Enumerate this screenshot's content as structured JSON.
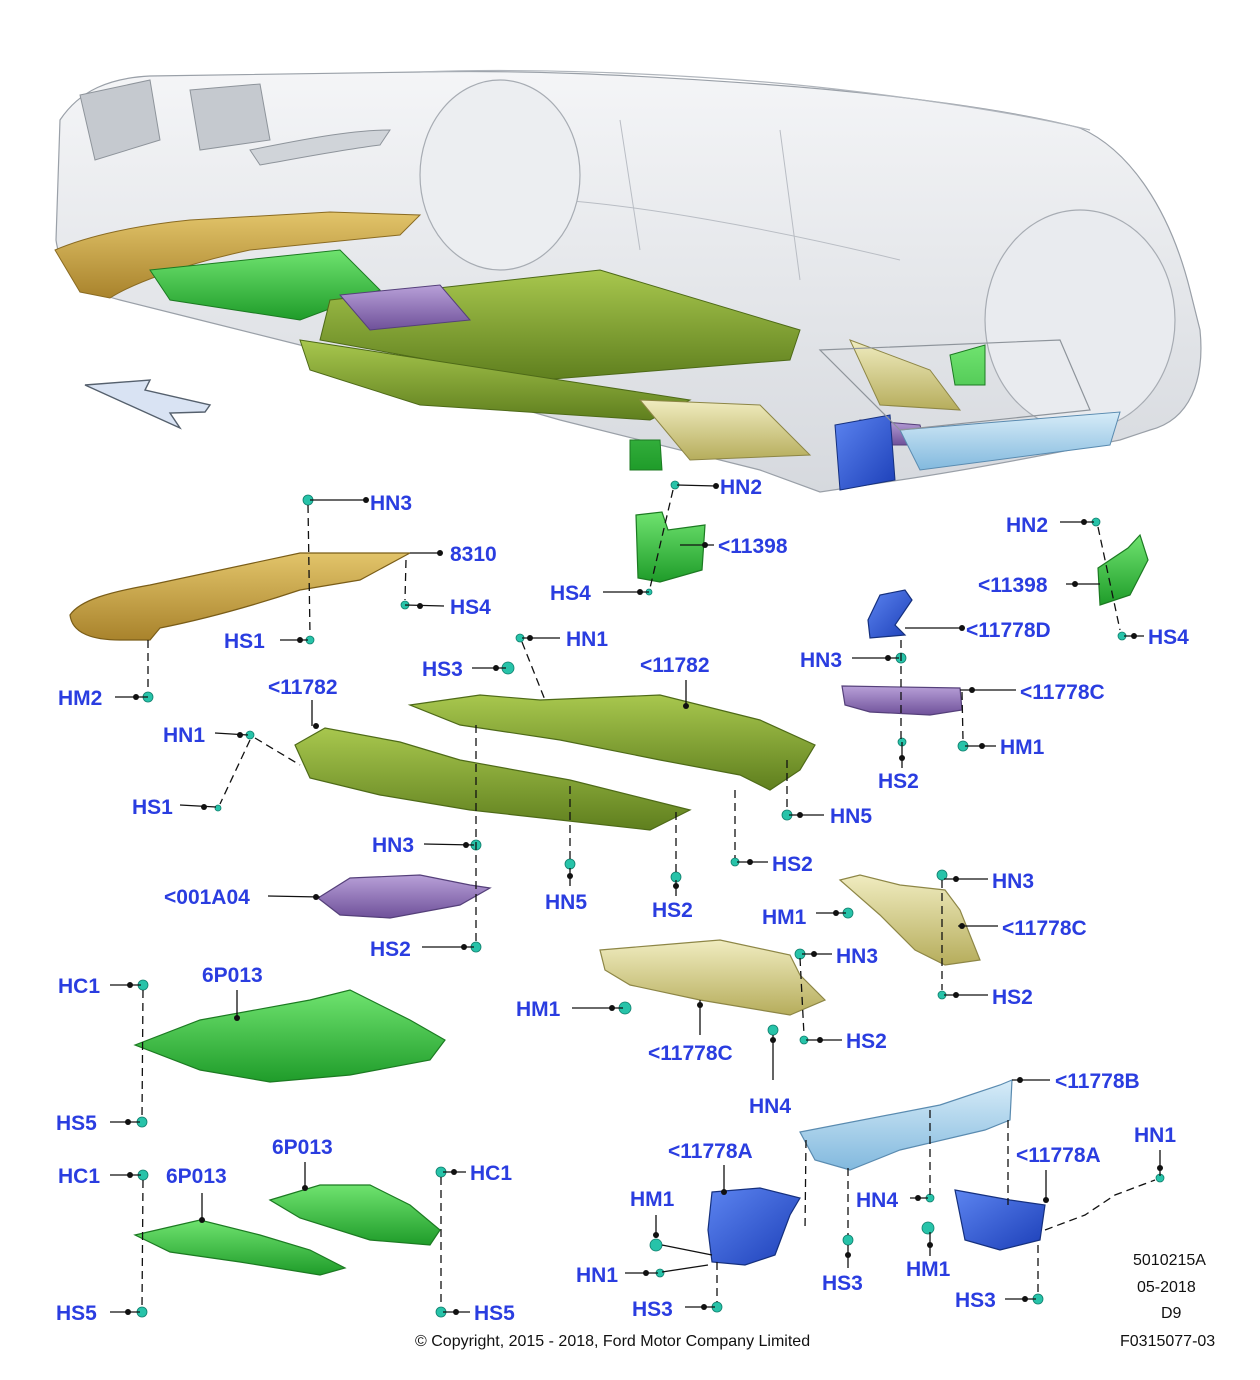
{
  "diagram": {
    "labels": {
      "HN3_a": "HN3",
      "L8310": "8310",
      "HS4_a": "HS4",
      "HS1_a": "HS1",
      "HM2": "HM2",
      "HN2_a": "HN2",
      "L11398_a": "<11398",
      "HS4_b": "HS4",
      "HN2_b": "HN2",
      "L11398_b": "<11398",
      "HS4_c": "HS4",
      "L11778D": "<11778D",
      "HN3_b": "HN3",
      "L11778C_a": "<11778C",
      "HM1_a": "HM1",
      "HS2_a": "HS2",
      "HN1_a": "HN1",
      "HS3_a": "HS3",
      "L11782_a": "<11782",
      "L11782_b": "<11782",
      "HN1_b": "HN1",
      "HS1_b": "HS1",
      "HN5_a": "HN5",
      "HN3_c": "HN3",
      "HS2_b": "HS2",
      "HN5_b": "HN5",
      "HS2_c": "HS2",
      "L001A04": "<001A04",
      "HS2_d": "HS2",
      "HN3_d": "HN3",
      "HM1_b": "HM1",
      "L11778C_b": "<11778C",
      "HS2_e": "HS2",
      "HN3_e": "HN3",
      "HM1_c": "HM1",
      "HS2_f": "HS2",
      "L11778C_c": "<11778C",
      "HN4_a": "HN4",
      "HC1_a": "HC1",
      "L6P013_a": "6P013",
      "HS5_a": "HS5",
      "L6P013_b": "6P013",
      "HC1_b": "HC1",
      "L6P013_c": "6P013",
      "HC1_c": "HC1",
      "HS5_b": "HS5",
      "HS5_c": "HS5",
      "L11778B": "<11778B",
      "L11778A_a": "<11778A",
      "L11778A_b": "<11778A",
      "HN1_c": "HN1",
      "HM1_d": "HM1",
      "HN4_b": "HN4",
      "HN1_d": "HN1",
      "HS3_b": "HS3",
      "HS3_c": "HS3",
      "HM1_e": "HM1",
      "HS3_d": "HS3"
    },
    "meta": {
      "code": "5010215A",
      "date": "05-2018",
      "rev": "D9",
      "figure": "F0315077-03",
      "copyright": "© Copyright, 2015 - 2018, Ford Motor Company Limited"
    },
    "colors": {
      "label": "#2a3de0",
      "bumper_shield": "#c9a445",
      "underbody_shield": "#8fb43a",
      "dark_shield": "#6f8f25",
      "purple_bracket": "#8a6db0",
      "tan_bracket": "#c8c080",
      "mudflap": "#3dbf3d",
      "skid_plate": "#3ec23e",
      "blue_deflector": "#2a56d8",
      "light_blue_panel": "#9ccbe8",
      "fastener": "#27c3a9",
      "vehicle_body": "#e6e8ec"
    }
  }
}
